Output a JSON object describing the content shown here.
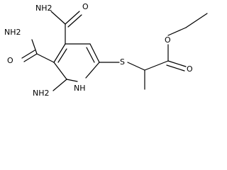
{
  "atoms": {
    "amide_top_o": "O",
    "amide_top_n": "NH2",
    "amide_left_n": "NH2",
    "amide_left_o": "O",
    "amine_n": "NH2",
    "ring_n": "NH",
    "thioether_s": "S",
    "ester_o_single": "O",
    "ester_o_double": "O"
  },
  "colors": {
    "bond": "#000000",
    "text": "#000000",
    "background": "#ffffff"
  }
}
